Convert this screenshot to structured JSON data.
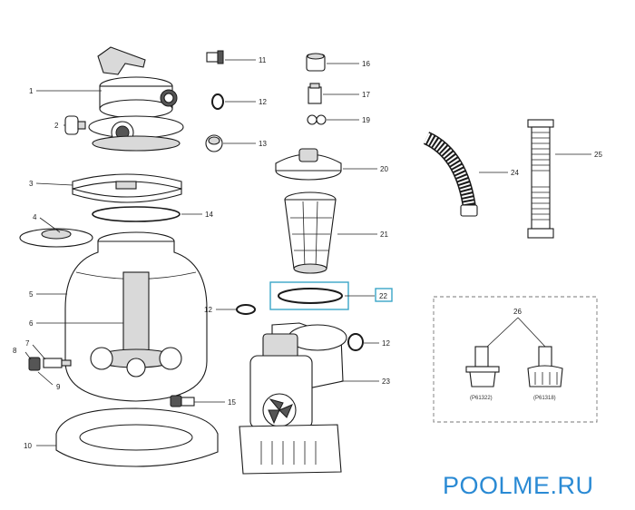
{
  "callouts": [
    {
      "id": "1",
      "label": "1"
    },
    {
      "id": "2",
      "label": "2"
    },
    {
      "id": "3",
      "label": "3"
    },
    {
      "id": "4",
      "label": "4"
    },
    {
      "id": "5",
      "label": "5"
    },
    {
      "id": "6",
      "label": "6"
    },
    {
      "id": "7",
      "label": "7"
    },
    {
      "id": "8",
      "label": "8"
    },
    {
      "id": "9",
      "label": "9"
    },
    {
      "id": "10",
      "label": "10"
    },
    {
      "id": "11",
      "label": "11"
    },
    {
      "id": "12",
      "label": "12"
    },
    {
      "id": "13",
      "label": "13"
    },
    {
      "id": "14",
      "label": "14"
    },
    {
      "id": "15",
      "label": "15"
    },
    {
      "id": "16",
      "label": "16"
    },
    {
      "id": "17",
      "label": "17"
    },
    {
      "id": "19",
      "label": "19"
    },
    {
      "id": "20",
      "label": "20"
    },
    {
      "id": "21",
      "label": "21"
    },
    {
      "id": "22",
      "label": "22"
    },
    {
      "id": "23",
      "label": "23"
    },
    {
      "id": "24",
      "label": "24"
    },
    {
      "id": "25",
      "label": "25"
    },
    {
      "id": "26",
      "label": "26"
    }
  ],
  "inset": {
    "captions": [
      "(P61322)",
      "(P61318)"
    ]
  },
  "highlight_color": "#3aa6c8",
  "brand": {
    "text": "POOLME.RU",
    "color": "#2a8ad4"
  }
}
